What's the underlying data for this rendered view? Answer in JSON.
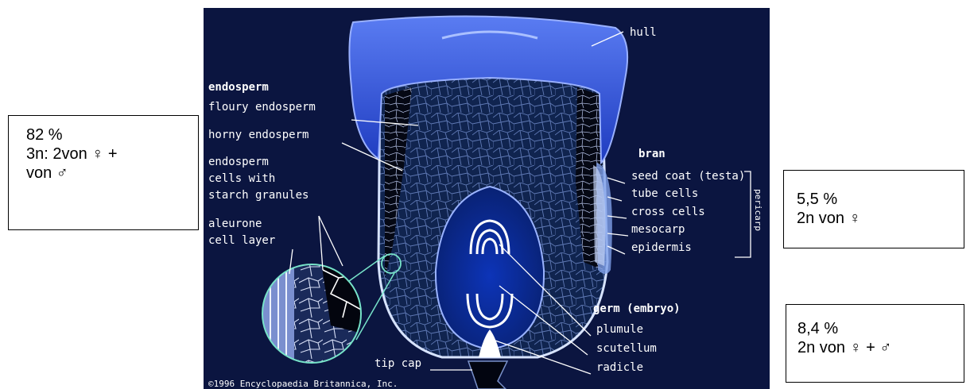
{
  "boxes": {
    "left": {
      "line1": "82 %",
      "line2": "3n: 2von ♀ +",
      "line3": "von ♂"
    },
    "right1": {
      "line1": "5,5 %",
      "line2": "2n von ♀"
    },
    "right2": {
      "line1": "8,4 %",
      "line2": "2n von ♀ + ♂"
    }
  },
  "figure": {
    "labels": {
      "hull": "hull",
      "endosperm": "endosperm",
      "floury": "floury endosperm",
      "horny": "horny endosperm",
      "cells1": "endosperm",
      "cells2": "cells with",
      "cells3": "starch granules",
      "aleurone1": "aleurone",
      "aleurone2": "cell layer",
      "bran": "bran",
      "seedcoat": "seed coat (testa)",
      "tubecells": "tube cells",
      "crosscells": "cross cells",
      "mesocarp": "mesocarp",
      "epidermis": "epidermis",
      "pericarp": "pericarp",
      "germ": "germ (embryo)",
      "plumule": "plumule",
      "scutellum": "scutellum",
      "radicle": "radicle",
      "tipcap": "tip cap",
      "copyright": "©1996 Encyclopaedia Britannica, Inc."
    },
    "colors": {
      "background": "#0b1540",
      "hull": "#2f52e0",
      "label": "#ffffff"
    }
  }
}
